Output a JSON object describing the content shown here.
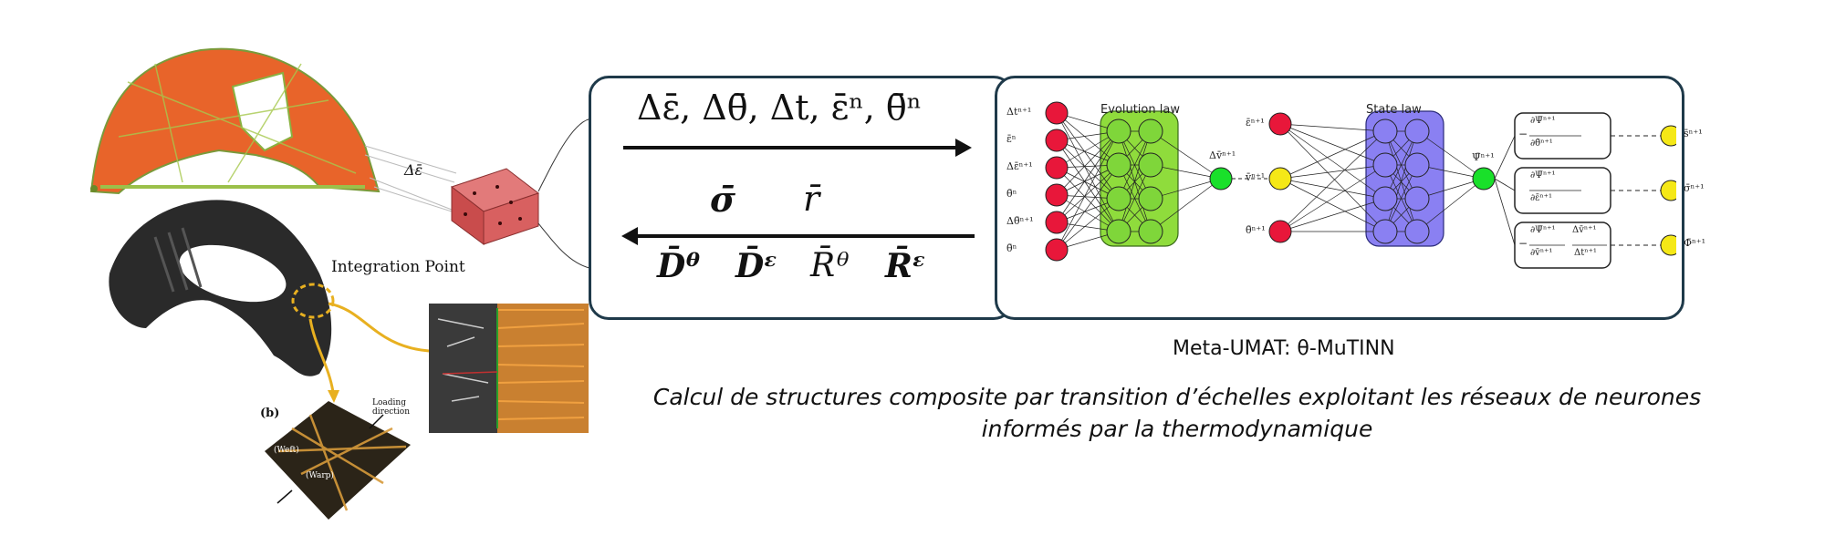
{
  "left_panel": {
    "integration_point_label": "Integration Point",
    "strain_increment_label": "Δε̄",
    "subfigure_label": "(b)",
    "loading_direction_label": [
      "Loading",
      "direction"
    ],
    "weft_label": "(Weft)",
    "warp_label": "(Warp)"
  },
  "equation_box": {
    "inputs": "Δε̄, Δθ̄, Δt, ε̄ⁿ, θ̄ⁿ",
    "outputs_row1": [
      "σ̄",
      "r̄"
    ],
    "outputs_row2": [
      "D̄ᶿ",
      "D̄ᵋ",
      "R̄ᶿ",
      "R̄ᵋ"
    ]
  },
  "network": {
    "evolution_title": "Evolution law",
    "state_title": "State law",
    "evolution_inputs": [
      "Δtⁿ⁺¹",
      "ε̄ⁿ",
      "Δε̄ⁿ⁺¹",
      "θ̄ⁿ",
      "Δθ̄ⁿ⁺¹",
      "θ̄ⁿ"
    ],
    "evolution_output": "Δv̄ⁿ⁺¹",
    "state_inputs": [
      "ε̄ⁿ⁺¹",
      "v̄ⁿ⁺¹",
      "θ̄ⁿ⁺¹"
    ],
    "state_output": "Ψ̄ⁿ⁺¹",
    "derivative_boxes": [
      {
        "num": "∂Ψ̄ⁿ⁺¹",
        "den": "∂θ̄ⁿ⁺¹",
        "sign": "−",
        "out": "s̄ⁿ⁺¹"
      },
      {
        "num": "∂Ψ̄ⁿ⁺¹",
        "den": "∂ε̄ⁿ⁺¹",
        "sign": "",
        "out": "σ̄ⁿ⁺¹"
      },
      {
        "num": "∂Ψ̄ⁿ⁺¹",
        "den": "∂v̄ⁿ⁺¹",
        "sign": "−",
        "num2": "Δv̄ⁿ⁺¹",
        "den2": "Δtⁿ⁺¹",
        "out": "Φ̄ⁿ⁺¹"
      }
    ],
    "colors": {
      "input": "#e8173a",
      "evolution_layer": "#8fdc3c",
      "state_layer": "#8a80f2",
      "hidden_node": "#7fd63a",
      "output_green": "#19e02a",
      "output_yellow": "#f5e817"
    }
  },
  "captions": {
    "title": "Meta-UMAT: θ-MuTINN",
    "line1": "Calcul de structures composite par transition d’échelles exploitant les réseaux de neurones",
    "line2": "informés par la thermodynamique"
  }
}
